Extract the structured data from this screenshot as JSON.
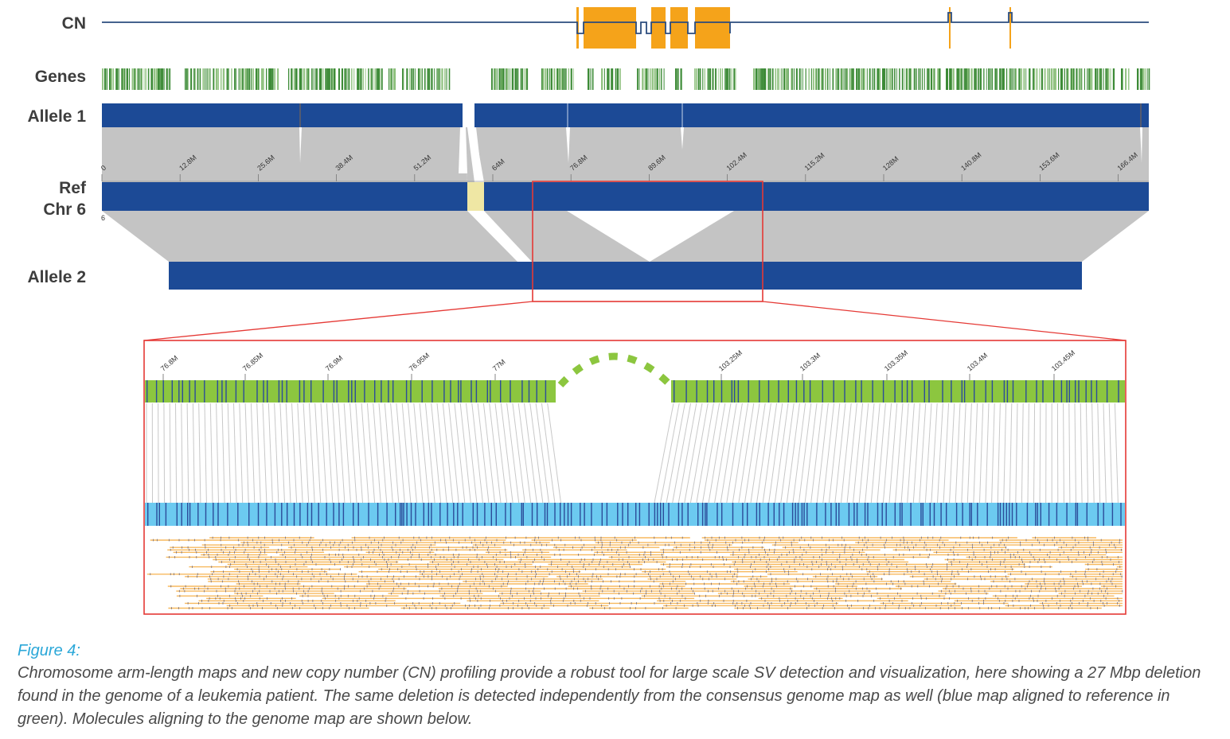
{
  "track_labels": {
    "cn": "CN",
    "genes": "Genes",
    "allele1": "Allele 1",
    "ref_line1": "Ref",
    "ref_line2": "Chr 6",
    "allele2": "Allele 2"
  },
  "ref_axis": {
    "ticks": [
      "0",
      "12.8M",
      "25.6M",
      "38.4M",
      "51.2M",
      "64M",
      "76.8M",
      "89.6M",
      "102.4M",
      "115.2M",
      "128M",
      "140.8M",
      "153.6M",
      "166.4M"
    ],
    "chromosome_marker": "6"
  },
  "zoom_axis": {
    "left_ticks": [
      "76.8M",
      "76.85M",
      "76.9M",
      "76.95M",
      "77M"
    ],
    "right_ticks": [
      "103.25M",
      "103.3M",
      "103.35M",
      "103.4M",
      "103.45M"
    ]
  },
  "caption": {
    "title": "Figure 4:",
    "body": "Chromosome arm-length maps and new copy number (CN) profiling provide a robust tool for large scale SV detection and visualization, here showing a 27 Mbp deletion found in the genome of a leukemia patient. The same deletion is detected independently from the consensus genome map as well (blue map aligned to reference in green). Molecules aligning to the genome map are shown below."
  },
  "colors": {
    "chromosome": "#1c4a96",
    "alignment": "#c4c4c4",
    "gene": "#3d8b37",
    "cn_gain": "#f5a31a",
    "reference_map": "#8cc63f",
    "consensus_map": "#6ccaf0",
    "highlight_box": "#e53935",
    "molecule": "#f7b95e",
    "caption_title": "#2aa7d8"
  }
}
